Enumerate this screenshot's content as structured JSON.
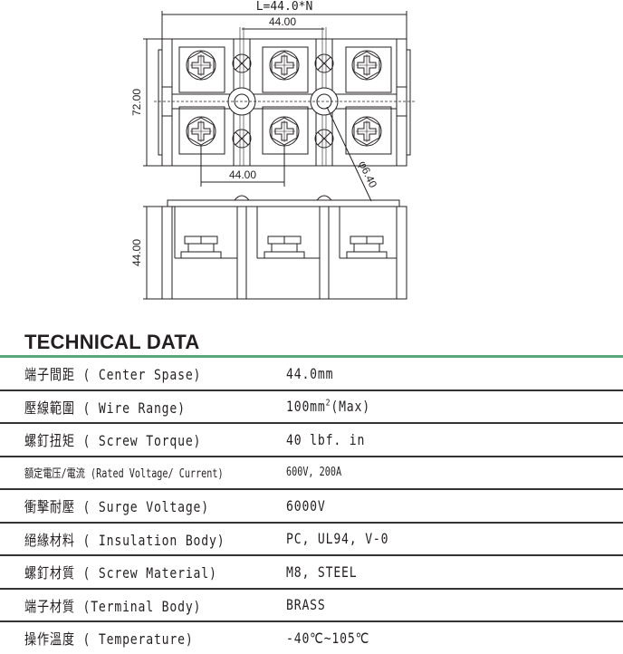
{
  "drawing": {
    "overall_length": "L=44.0*N",
    "pitch_top": "44.00",
    "pitch_bottom": "44.00",
    "height_top_view": "72.00",
    "height_side_view": "44.00",
    "hole_diameter": "φ6.40"
  },
  "title": "TECHNICAL DATA",
  "rows": [
    {
      "label": "端子間距 ( Center Spase)",
      "value": "44.0mm"
    },
    {
      "label": "壓線範圍 ( Wire Range)",
      "value": "100mm",
      "value_sup": "2",
      "value_suffix": "(Max)"
    },
    {
      "label": "螺釘扭矩 ( Screw Torque)",
      "value": "40 lbf. in"
    },
    {
      "label": "額定電压/電流 (Rated Voltage/ Current)",
      "value": "600V, 200A"
    },
    {
      "label": "衝擊耐壓 ( Surge Voltage)",
      "value": "6000V"
    },
    {
      "label": "絕緣材料 ( Insulation Body)",
      "value": " PC, UL94, V-0"
    },
    {
      "label": "螺釘材質 ( Screw Material)",
      "value": " M8, STEEL"
    },
    {
      "label": "端子材質 (Terminal Body)",
      "value": " BRASS"
    },
    {
      "label": "操作溫度 ( Temperature)",
      "value": "-40℃~105℃"
    }
  ]
}
